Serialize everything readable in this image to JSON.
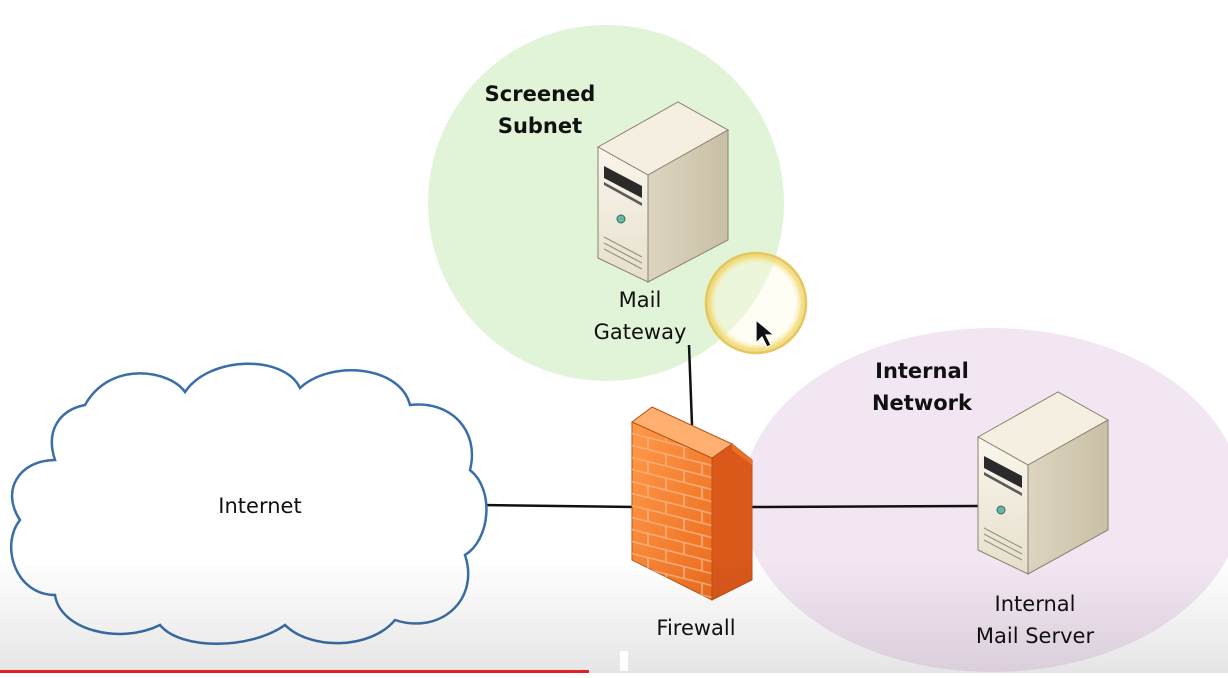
{
  "zones": {
    "screened_subnet": {
      "line1": "Screened",
      "line2": "Subnet",
      "color": "#e2f4d8"
    },
    "internal_network": {
      "line1": "Internal",
      "line2": "Network",
      "color": "#f3e6f3"
    }
  },
  "nodes": {
    "internet": {
      "label": "Internet",
      "outline_color": "#3a6ea8"
    },
    "firewall": {
      "label": "Firewall",
      "color": "#f07a2a"
    },
    "mail_gateway": {
      "line1": "Mail",
      "line2": "Gateway"
    },
    "internal_mail_server": {
      "line1": "Internal",
      "line2": "Mail Server"
    }
  },
  "icons": {
    "cursor": "mouse-pointer-icon",
    "highlight": "cursor-highlight-ring"
  },
  "player": {
    "progress_fraction": 0.48,
    "progress_color": "#e22222"
  }
}
